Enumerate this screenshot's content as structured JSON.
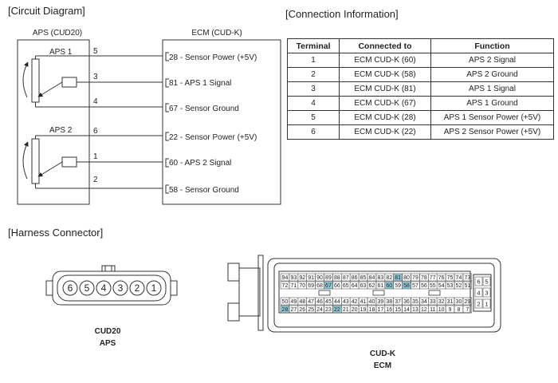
{
  "titles": {
    "circuit": "[Circuit Diagram]",
    "connection": "[Connection Information]",
    "harness": "[Harness Connector]"
  },
  "circuit": {
    "aps_label": "APS (CUD20)",
    "ecm_label": "ECM (CUD-K)",
    "sensors": [
      {
        "name": "APS 1",
        "pins": [
          "5",
          "3",
          "4"
        ]
      },
      {
        "name": "APS 2",
        "pins": [
          "6",
          "1",
          "2"
        ]
      }
    ],
    "ecm_pins": [
      "28 - Sensor Power (+5V)",
      "81 - APS 1 Signal",
      "67 - Sensor Ground",
      "22 - Sensor Power (+5V)",
      "60 - APS 2 Signal",
      "58 - Sensor Ground"
    ]
  },
  "connection_table": {
    "headers": [
      "Terminal",
      "Connected to",
      "Function"
    ],
    "rows": [
      [
        "1",
        "ECM CUD-K (60)",
        "APS 2 Signal"
      ],
      [
        "2",
        "ECM CUD-K (58)",
        "APS 2 Ground"
      ],
      [
        "3",
        "ECM CUD-K (81)",
        "APS 1 Signal"
      ],
      [
        "4",
        "ECM CUD-K (67)",
        "APS 1 Ground"
      ],
      [
        "5",
        "ECM CUD-K (28)",
        "APS 1 Sensor Power (+5V)"
      ],
      [
        "6",
        "ECM CUD-K (22)",
        "APS 2 Sensor Power (+5V)"
      ]
    ]
  },
  "harness": {
    "cud20": {
      "pins": [
        "6",
        "5",
        "4",
        "3",
        "2",
        "1"
      ],
      "caption_1": "CUD20",
      "caption_2": "APS"
    },
    "cudk": {
      "rows": [
        [
          "94",
          "93",
          "92",
          "91",
          "90",
          "89",
          "88",
          "87",
          "86",
          "85",
          "84",
          "83",
          "82",
          "81",
          "80",
          "79",
          "78",
          "77",
          "76",
          "75",
          "74",
          "73"
        ],
        [
          "72",
          "71",
          "70",
          "69",
          "68",
          "67",
          "66",
          "65",
          "64",
          "63",
          "62",
          "61",
          "60",
          "59",
          "58",
          "57",
          "56",
          "55",
          "54",
          "53",
          "52",
          "51"
        ],
        [
          "50",
          "49",
          "48",
          "47",
          "46",
          "45",
          "44",
          "43",
          "42",
          "41",
          "40",
          "39",
          "38",
          "37",
          "36",
          "35",
          "34",
          "33",
          "32",
          "31",
          "30",
          "29"
        ],
        [
          "28",
          "27",
          "26",
          "25",
          "24",
          "23",
          "22",
          "21",
          "20",
          "19",
          "18",
          "17",
          "16",
          "15",
          "14",
          "13",
          "12",
          "11",
          "10",
          "9",
          "8",
          "7"
        ]
      ],
      "highlighted": [
        "81",
        "67",
        "60",
        "58",
        "28",
        "22"
      ],
      "small_block": [
        [
          "6",
          "5"
        ],
        [
          "4",
          "3"
        ],
        [
          "2",
          "1"
        ]
      ],
      "caption_1": "CUD-K",
      "caption_2": "ECM",
      "highlight_color": "#8ec8d4"
    }
  }
}
